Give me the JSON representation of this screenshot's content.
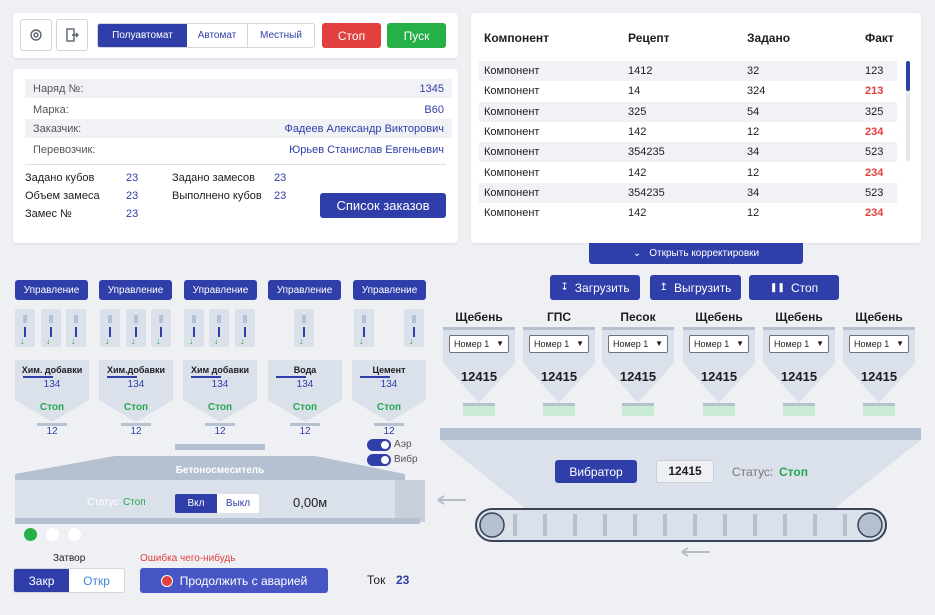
{
  "toolbar": {
    "mode_semi": "Полуавтомат",
    "mode_auto": "Автомат",
    "mode_local": "Местный",
    "stop": "Стоп",
    "start": "Пуск"
  },
  "order": {
    "rows": [
      {
        "label": "Наряд №:",
        "value": "1345"
      },
      {
        "label": "Марка:",
        "value": "B60"
      },
      {
        "label": "Заказчик:",
        "value": "Фадеев Александр Викторович"
      },
      {
        "label": "Перевозчик:",
        "value": "Юрьев Станислав Евгеньевич"
      }
    ],
    "stats": [
      {
        "label": "Задано кубов",
        "value": "23"
      },
      {
        "label": "Объем замеса",
        "value": "23"
      },
      {
        "label": "Замес №",
        "value": "23"
      }
    ],
    "stats2": [
      {
        "label": "Задано замесов",
        "value": "23"
      },
      {
        "label": "Выполнено кубов",
        "value": "23"
      }
    ],
    "orders_button": "Список заказов"
  },
  "recipe_table": {
    "headers": [
      "Компонент",
      "Рецепт",
      "Задано",
      "Факт"
    ],
    "rows": [
      [
        "Компонент",
        "1412",
        "32",
        "123",
        false
      ],
      [
        "Компонент",
        "14",
        "324",
        "213",
        true
      ],
      [
        "Компонент",
        "325",
        "54",
        "325",
        false
      ],
      [
        "Компонент",
        "142",
        "12",
        "234",
        true
      ],
      [
        "Компонент",
        "354235",
        "34",
        "523",
        false
      ],
      [
        "Компонент",
        "142",
        "12",
        "234",
        true
      ],
      [
        "Компонент",
        "354235",
        "34",
        "523",
        false
      ],
      [
        "Компонент",
        "142",
        "12",
        "234",
        true
      ]
    ],
    "open_corrections": "Открыть корректировки"
  },
  "actions": {
    "load": "Загрузить",
    "unload": "Выгрузить",
    "stop": "Стоп"
  },
  "control_label": "Управление",
  "shops": [
    {
      "name": "Хим. добавки",
      "value": "134",
      "status": "Стоп",
      "foot": "12"
    },
    {
      "name": "Хим.добавки",
      "value": "134",
      "status": "Стоп",
      "foot": "12"
    },
    {
      "name": "Хим добавки",
      "value": "134",
      "status": "Стоп",
      "foot": "12"
    },
    {
      "name": "Вода",
      "value": "134",
      "status": "Стоп",
      "foot": "12"
    },
    {
      "name": "Цемент",
      "value": "134",
      "status": "Стоп",
      "foot": "12"
    }
  ],
  "toggles": {
    "aer": "Аэр",
    "vibr": "Вибр"
  },
  "mixer": {
    "title": "Бетоносмеситель",
    "status_label": "Статус:",
    "status_value": "Стоп",
    "on": "Вкл",
    "off": "Выкл",
    "position": "0,00м"
  },
  "bins": [
    {
      "name": "Щебень",
      "select": "Номер 1",
      "value": "12415"
    },
    {
      "name": "ГПС",
      "select": "Номер 1",
      "value": "12415"
    },
    {
      "name": "Песок",
      "select": "Номер 1",
      "value": "12415"
    },
    {
      "name": "Щебень",
      "select": "Номер 1",
      "value": "12415"
    },
    {
      "name": "Щебень",
      "select": "Номер 1",
      "value": "12415"
    },
    {
      "name": "Щебень",
      "select": "Номер 1",
      "value": "12415"
    }
  ],
  "weigher": {
    "vibrator": "Вибратор",
    "value": "12415",
    "status_label": "Статус:",
    "status_value": "Стоп"
  },
  "gate": {
    "label": "Затвор",
    "close": "Закр",
    "open": "Откр"
  },
  "error": {
    "text": "Ошибка чего-нибудь",
    "continue": "Продолжить с аварией"
  },
  "current": {
    "label": "Ток",
    "value": "23"
  },
  "colors": {
    "accent": "#2f3ea8",
    "stop_red": "#e2403e",
    "start_green": "#26b048",
    "status_green": "#26a652",
    "text_red": "#e2403e"
  }
}
